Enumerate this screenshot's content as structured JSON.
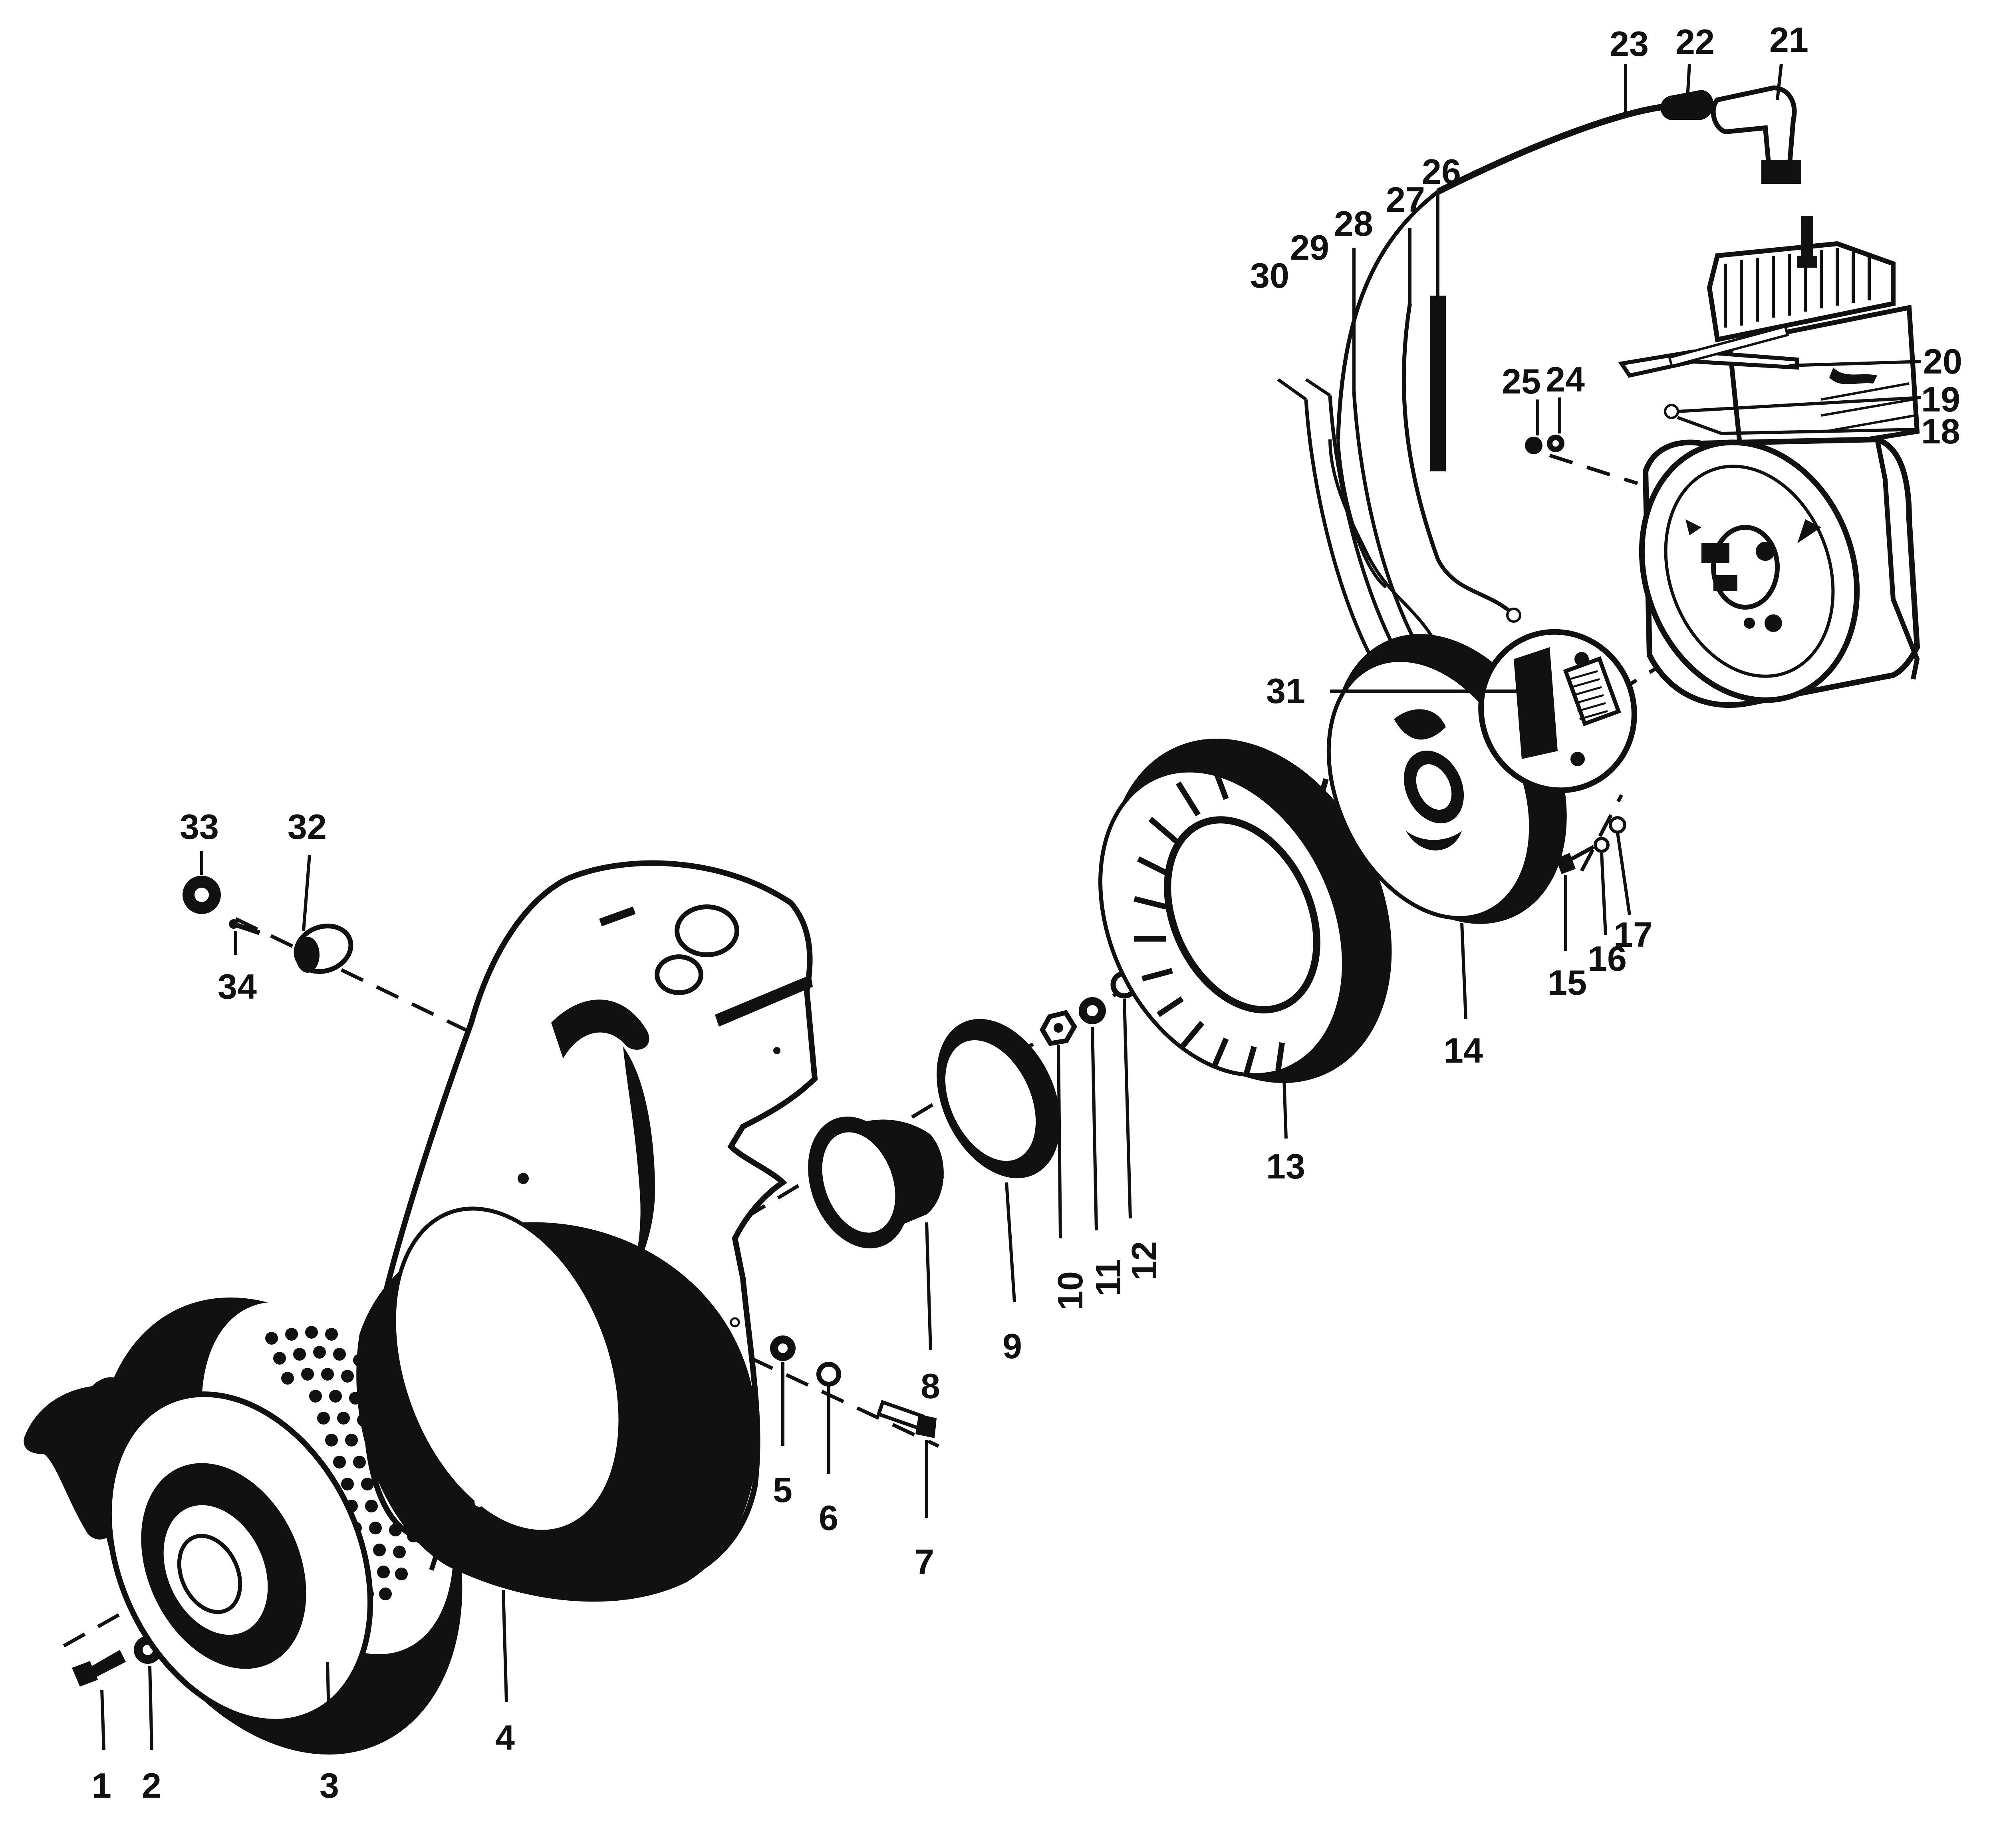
{
  "diagram": {
    "callouts": [
      "1",
      "2",
      "3",
      "4",
      "5",
      "6",
      "7",
      "8",
      "9",
      "10",
      "11",
      "12",
      "13",
      "14",
      "15",
      "16",
      "17",
      "18",
      "19",
      "20",
      "21",
      "22",
      "23",
      "24",
      "25",
      "26",
      "27",
      "28",
      "29",
      "30",
      "31",
      "32",
      "33",
      "34"
    ]
  }
}
